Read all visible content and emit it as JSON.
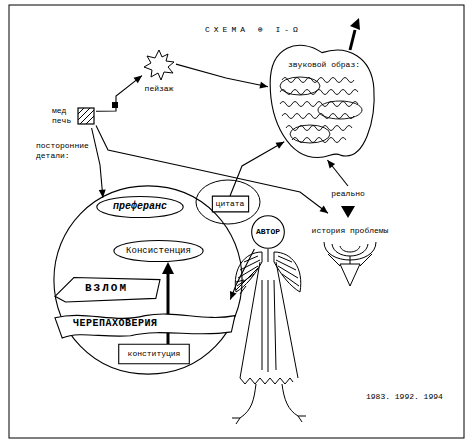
{
  "diagram": {
    "title": "СХЕМА ⊕ I-Ω",
    "nodes": [
      {
        "text": [
          "мед печь"
        ]
      },
      {
        "text": [
          "пейзаж"
        ]
      },
      {
        "text": [
          "звуковой образ:"
        ]
      },
      {
        "text": [
          "посторонние детали:"
        ]
      },
      {
        "text": [
          "преферанс"
        ],
        "in": 3
      },
      {
        "text": [
          "Консистенция"
        ],
        "in": 3
      },
      {
        "text": [
          "ВЗЛОМ"
        ],
        "in": 3
      },
      {
        "text": [
          "ЧЕРЕПАХОВЕРИЯ"
        ],
        "in": 3
      },
      {
        "text": [
          "конституция"
        ],
        "in": 3
      },
      {
        "text": [
          "цитата"
        ]
      },
      {
        "text": [
          "АВТОР"
        ]
      },
      {
        "text": [
          "реально"
        ]
      },
      {
        "text": [
          "история проблемы"
        ]
      }
    ],
    "edges": [
      {
        "from": 0,
        "to": 1,
        "arrow": "to"
      },
      {
        "from": 1,
        "to": 2,
        "arrow": "to"
      },
      {
        "from": 0,
        "to": 11,
        "arrow": "to"
      },
      {
        "from": 11,
        "to": 2,
        "arrow": "to"
      },
      {
        "from": 9,
        "to": 2,
        "arrow": "to"
      },
      {
        "from": 0,
        "to": 3,
        "arrow": "to"
      },
      {
        "from": 10,
        "to": 3,
        "arrow": "to"
      }
    ],
    "labels": [
      "1983. 1992. 1994"
    ]
  }
}
